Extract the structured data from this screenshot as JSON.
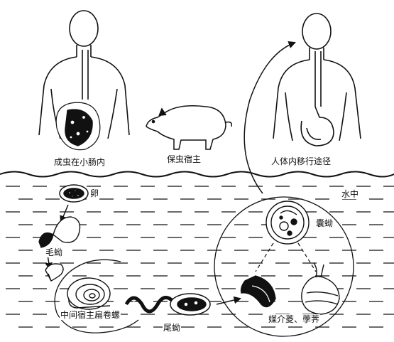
{
  "labels": {
    "adult_in_intestine": "成虫在小肠内",
    "reservoir_host": "保虫宿主",
    "migration_route": "人体内移行途径",
    "in_water": "水中",
    "egg": "卵",
    "miracidium": "毛蚴",
    "metacercaria": "囊蚴",
    "intermediate_host": "中间宿主扁卷螺",
    "cercaria": "尾蚴",
    "vectors": "媒介菱、荸荠"
  },
  "colors": {
    "ink": "#111111",
    "paper": "#ffffff"
  }
}
